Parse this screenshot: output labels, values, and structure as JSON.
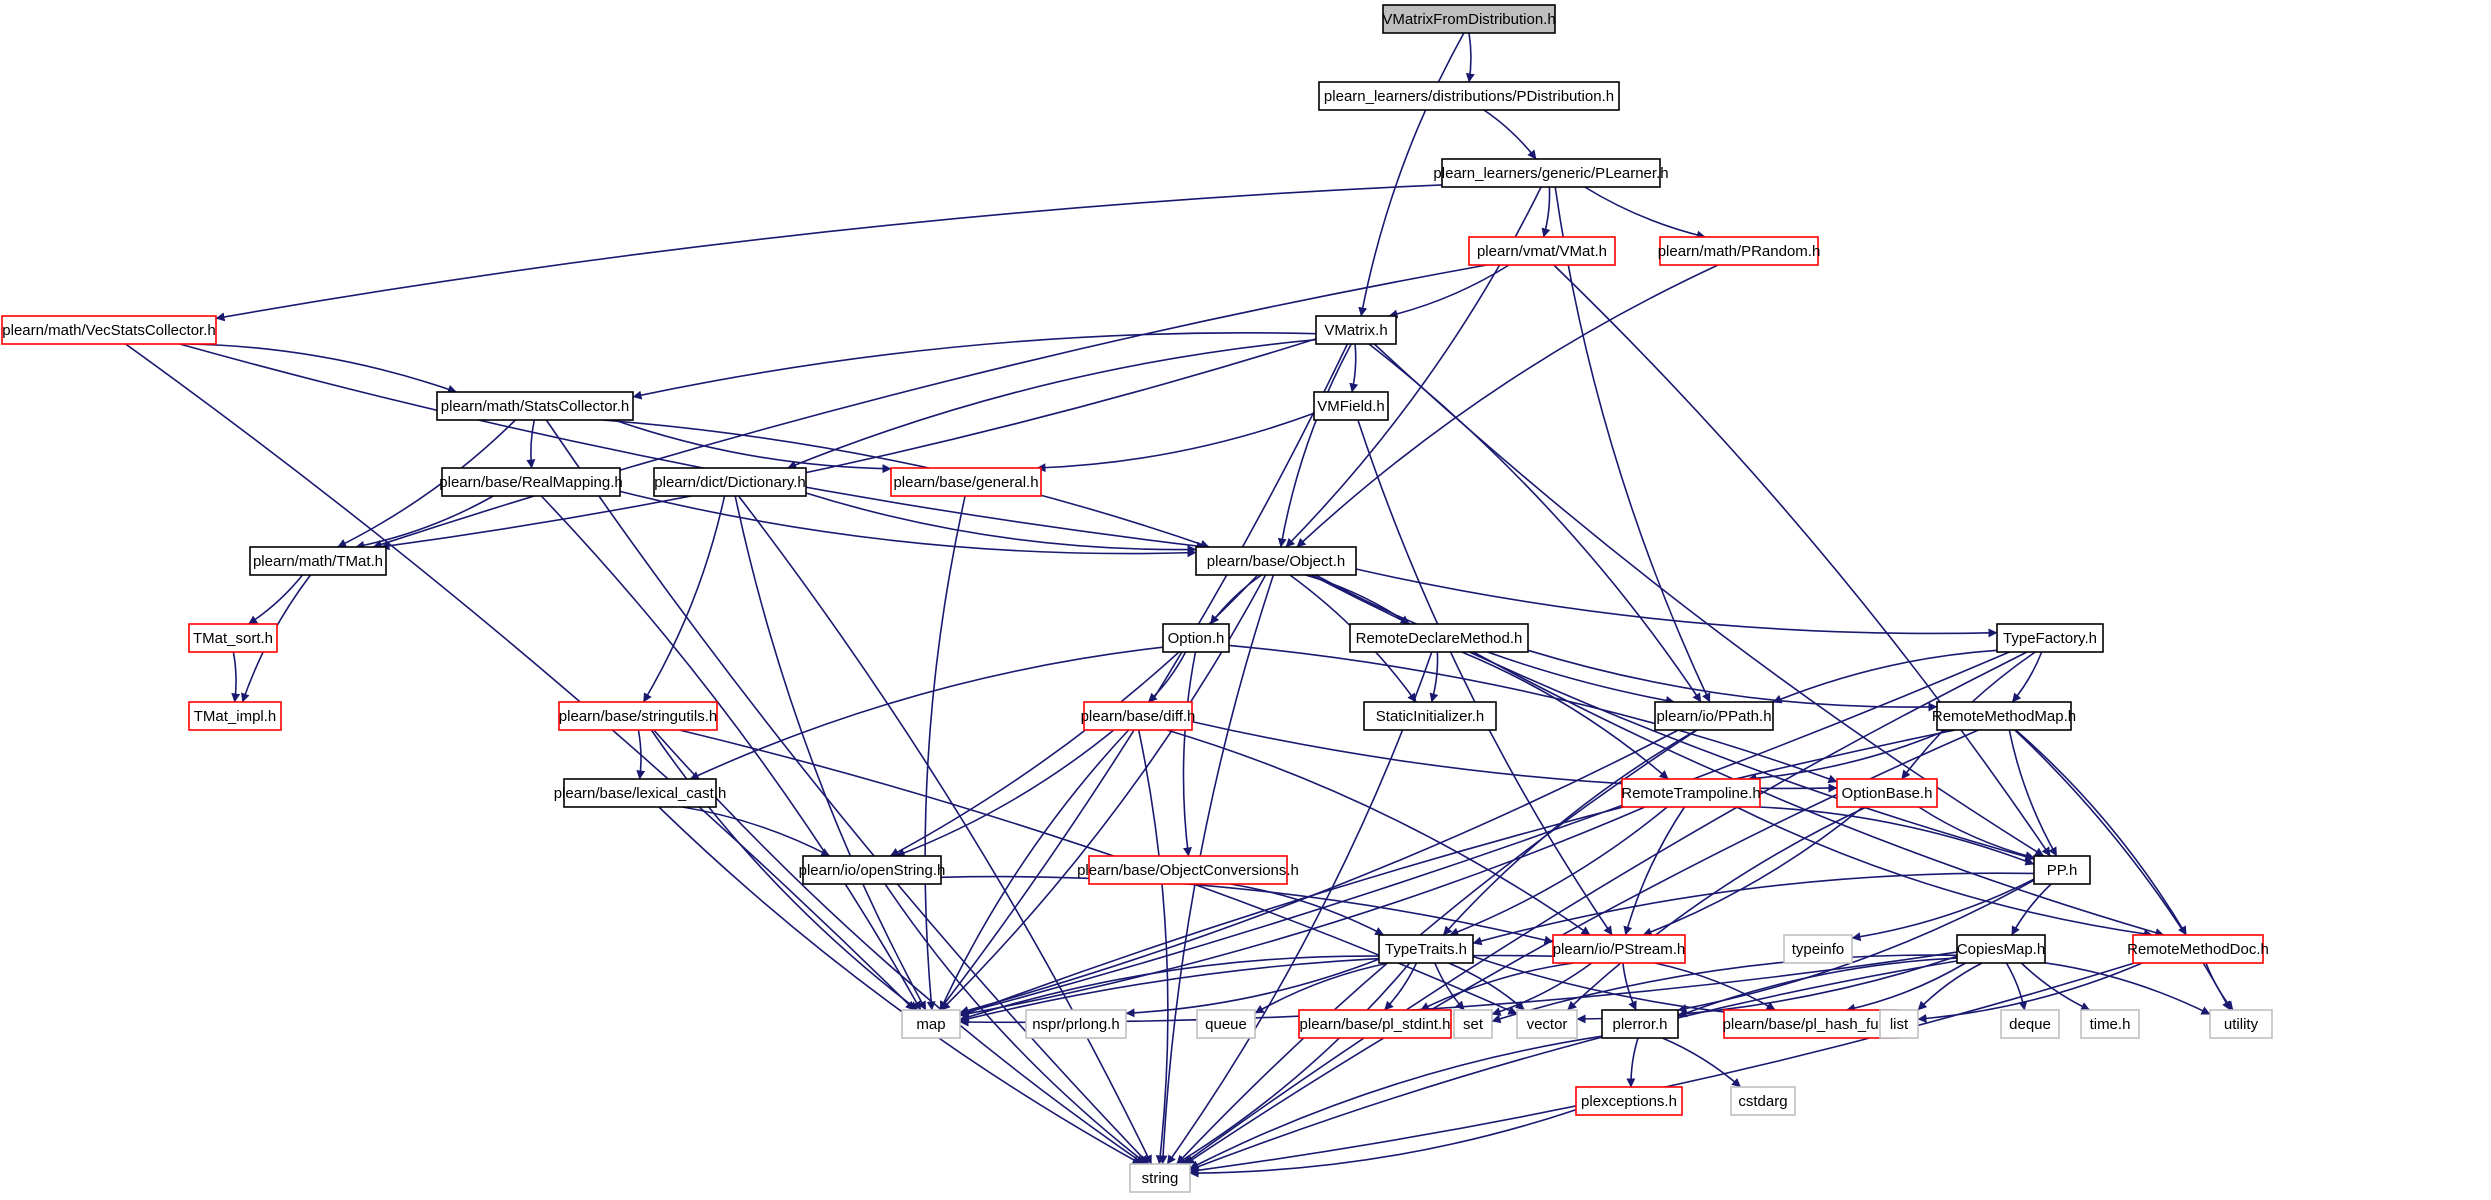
{
  "graph": {
    "root": "VMatrixFromDistribution.h",
    "colors": {
      "edge": "#191970",
      "root_fill": "#bfbfbf",
      "documented": "#000000",
      "undocumented": "#ff0000",
      "external": "#bfbfbf"
    },
    "nodes": [
      {
        "id": "root",
        "label": "VMatrixFromDistribution.h",
        "kind": "root"
      },
      {
        "id": "pdist",
        "label": "plearn_learners/distributions/PDistribution.h",
        "kind": "documented"
      },
      {
        "id": "plearner",
        "label": "plearn_learners/generic/PLearner.h",
        "kind": "documented"
      },
      {
        "id": "vmat",
        "label": "plearn/vmat/VMat.h",
        "kind": "undocumented"
      },
      {
        "id": "prandom",
        "label": "plearn/math/PRandom.h",
        "kind": "undocumented"
      },
      {
        "id": "vecstats",
        "label": "plearn/math/VecStatsCollector.h",
        "kind": "undocumented"
      },
      {
        "id": "vmatrix",
        "label": "VMatrix.h",
        "kind": "documented"
      },
      {
        "id": "statscol",
        "label": "plearn/math/StatsCollector.h",
        "kind": "documented"
      },
      {
        "id": "vmfield",
        "label": "VMField.h",
        "kind": "documented"
      },
      {
        "id": "realmap",
        "label": "plearn/base/RealMapping.h",
        "kind": "documented"
      },
      {
        "id": "dict",
        "label": "plearn/dict/Dictionary.h",
        "kind": "documented"
      },
      {
        "id": "general",
        "label": "plearn/base/general.h",
        "kind": "undocumented"
      },
      {
        "id": "tmat",
        "label": "plearn/math/TMat.h",
        "kind": "documented"
      },
      {
        "id": "object",
        "label": "plearn/base/Object.h",
        "kind": "documented"
      },
      {
        "id": "tmatsort",
        "label": "TMat_sort.h",
        "kind": "undocumented"
      },
      {
        "id": "tmatimpl",
        "label": "TMat_impl.h",
        "kind": "undocumented"
      },
      {
        "id": "option",
        "label": "Option.h",
        "kind": "documented"
      },
      {
        "id": "remotedecl",
        "label": "RemoteDeclareMethod.h",
        "kind": "documented"
      },
      {
        "id": "typefactory",
        "label": "TypeFactory.h",
        "kind": "documented"
      },
      {
        "id": "stringutils",
        "label": "plearn/base/stringutils.h",
        "kind": "undocumented"
      },
      {
        "id": "diff",
        "label": "plearn/base/diff.h",
        "kind": "undocumented"
      },
      {
        "id": "staticinit",
        "label": "StaticInitializer.h",
        "kind": "documented"
      },
      {
        "id": "ppath",
        "label": "plearn/io/PPath.h",
        "kind": "documented"
      },
      {
        "id": "remotemethodmap",
        "label": "RemoteMethodMap.h",
        "kind": "documented"
      },
      {
        "id": "lexicalcast",
        "label": "plearn/base/lexical_cast.h",
        "kind": "documented"
      },
      {
        "id": "remotetramp",
        "label": "RemoteTrampoline.h",
        "kind": "undocumented"
      },
      {
        "id": "optionbase",
        "label": "OptionBase.h",
        "kind": "undocumented"
      },
      {
        "id": "openstring",
        "label": "plearn/io/openString.h",
        "kind": "documented"
      },
      {
        "id": "objconv",
        "label": "plearn/base/ObjectConversions.h",
        "kind": "undocumented"
      },
      {
        "id": "pp",
        "label": "PP.h",
        "kind": "documented"
      },
      {
        "id": "typetraits",
        "label": "TypeTraits.h",
        "kind": "documented"
      },
      {
        "id": "pstream",
        "label": "plearn/io/PStream.h",
        "kind": "undocumented"
      },
      {
        "id": "typeinfo",
        "label": "typeinfo",
        "kind": "external"
      },
      {
        "id": "copiesmap",
        "label": "CopiesMap.h",
        "kind": "documented"
      },
      {
        "id": "remotemethoddoc",
        "label": "RemoteMethodDoc.h",
        "kind": "undocumented"
      },
      {
        "id": "map",
        "label": "map",
        "kind": "external"
      },
      {
        "id": "nsprlong",
        "label": "nspr/prlong.h",
        "kind": "external"
      },
      {
        "id": "queue",
        "label": "queue",
        "kind": "external"
      },
      {
        "id": "plstdint",
        "label": "plearn/base/pl_stdint.h",
        "kind": "undocumented"
      },
      {
        "id": "set",
        "label": "set",
        "kind": "external"
      },
      {
        "id": "vector",
        "label": "vector",
        "kind": "external"
      },
      {
        "id": "plerror",
        "label": "plerror.h",
        "kind": "documented"
      },
      {
        "id": "plhashfun",
        "label": "plearn/base/pl_hash_fun.h",
        "kind": "undocumented"
      },
      {
        "id": "list",
        "label": "list",
        "kind": "external"
      },
      {
        "id": "deque",
        "label": "deque",
        "kind": "external"
      },
      {
        "id": "timeh",
        "label": "time.h",
        "kind": "external"
      },
      {
        "id": "utility",
        "label": "utility",
        "kind": "external"
      },
      {
        "id": "plexceptions",
        "label": "plexceptions.h",
        "kind": "undocumented"
      },
      {
        "id": "cstdarg",
        "label": "cstdarg",
        "kind": "external"
      },
      {
        "id": "string",
        "label": "string",
        "kind": "external"
      }
    ],
    "edges": [
      [
        "root",
        "pdist"
      ],
      [
        "root",
        "vmatrix"
      ],
      [
        "pdist",
        "plearner"
      ],
      [
        "plearner",
        "vecstats"
      ],
      [
        "plearner",
        "vmat"
      ],
      [
        "plearner",
        "prandom"
      ],
      [
        "plearner",
        "object"
      ],
      [
        "plearner",
        "ppath"
      ],
      [
        "vmat",
        "vmatrix"
      ],
      [
        "vmat",
        "tmat"
      ],
      [
        "vmat",
        "pp"
      ],
      [
        "prandom",
        "object"
      ],
      [
        "vecstats",
        "statscol"
      ],
      [
        "vecstats",
        "object"
      ],
      [
        "vecstats",
        "map"
      ],
      [
        "vmatrix",
        "statscol"
      ],
      [
        "vmatrix",
        "vmfield"
      ],
      [
        "vmatrix",
        "dict"
      ],
      [
        "vmatrix",
        "tmat"
      ],
      [
        "vmatrix",
        "object"
      ],
      [
        "vmatrix",
        "ppath"
      ],
      [
        "vmatrix",
        "pp"
      ],
      [
        "vmatrix",
        "map"
      ],
      [
        "statscol",
        "realmap"
      ],
      [
        "statscol",
        "tmat"
      ],
      [
        "statscol",
        "general"
      ],
      [
        "statscol",
        "object"
      ],
      [
        "statscol",
        "string"
      ],
      [
        "vmfield",
        "general"
      ],
      [
        "vmfield",
        "pstream"
      ],
      [
        "realmap",
        "tmat"
      ],
      [
        "realmap",
        "object"
      ],
      [
        "realmap",
        "map"
      ],
      [
        "dict",
        "object"
      ],
      [
        "dict",
        "stringutils"
      ],
      [
        "dict",
        "map"
      ],
      [
        "dict",
        "string"
      ],
      [
        "general",
        "map"
      ],
      [
        "tmat",
        "tmatsort"
      ],
      [
        "tmat",
        "tmatimpl"
      ],
      [
        "tmatsort",
        "tmatimpl"
      ],
      [
        "object",
        "option"
      ],
      [
        "object",
        "remotedecl"
      ],
      [
        "object",
        "typefactory"
      ],
      [
        "object",
        "staticinit"
      ],
      [
        "object",
        "ppath"
      ],
      [
        "object",
        "openstring"
      ],
      [
        "object",
        "pp"
      ],
      [
        "object",
        "map"
      ],
      [
        "object",
        "string"
      ],
      [
        "option",
        "diff"
      ],
      [
        "option",
        "objconv"
      ],
      [
        "option",
        "optionbase"
      ],
      [
        "option",
        "lexicalcast"
      ],
      [
        "remotedecl",
        "staticinit"
      ],
      [
        "remotedecl",
        "remotemethodmap"
      ],
      [
        "remotedecl",
        "remotetramp"
      ],
      [
        "remotedecl",
        "remotemethoddoc"
      ],
      [
        "remotedecl",
        "string"
      ],
      [
        "typefactory",
        "ppath"
      ],
      [
        "typefactory",
        "remotemethodmap"
      ],
      [
        "typefactory",
        "optionbase"
      ],
      [
        "typefactory",
        "map"
      ],
      [
        "typefactory",
        "string"
      ],
      [
        "stringutils",
        "lexicalcast"
      ],
      [
        "stringutils",
        "map"
      ],
      [
        "stringutils",
        "vector"
      ],
      [
        "stringutils",
        "string"
      ],
      [
        "diff",
        "openstring"
      ],
      [
        "diff",
        "optionbase"
      ],
      [
        "diff",
        "pstream"
      ],
      [
        "diff",
        "map"
      ],
      [
        "diff",
        "string"
      ],
      [
        "ppath",
        "typetraits"
      ],
      [
        "ppath",
        "map"
      ],
      [
        "ppath",
        "string"
      ],
      [
        "remotemethodmap",
        "remotetramp"
      ],
      [
        "remotemethodmap",
        "pp"
      ],
      [
        "remotemethodmap",
        "remotemethoddoc"
      ],
      [
        "remotemethodmap",
        "map"
      ],
      [
        "remotemethodmap",
        "utility"
      ],
      [
        "remotemethodmap",
        "string"
      ],
      [
        "lexicalcast",
        "openstring"
      ],
      [
        "lexicalcast",
        "string"
      ],
      [
        "remotetramp",
        "typetraits"
      ],
      [
        "remotetramp",
        "pstream"
      ],
      [
        "remotetramp",
        "pp"
      ],
      [
        "remotetramp",
        "remotemethoddoc"
      ],
      [
        "remotetramp",
        "map"
      ],
      [
        "optionbase",
        "pp"
      ],
      [
        "optionbase",
        "pstream"
      ],
      [
        "optionbase",
        "vector"
      ],
      [
        "openstring",
        "pstream"
      ],
      [
        "openstring",
        "string"
      ],
      [
        "objconv",
        "typetraits"
      ],
      [
        "pp",
        "typetraits"
      ],
      [
        "pp",
        "typeinfo"
      ],
      [
        "pp",
        "copiesmap"
      ],
      [
        "pp",
        "plerror"
      ],
      [
        "typetraits",
        "map"
      ],
      [
        "typetraits",
        "nsprlong"
      ],
      [
        "typetraits",
        "queue"
      ],
      [
        "typetraits",
        "plstdint"
      ],
      [
        "typetraits",
        "set"
      ],
      [
        "typetraits",
        "vector"
      ],
      [
        "typetraits",
        "list"
      ],
      [
        "typetraits",
        "string"
      ],
      [
        "pstream",
        "plerror"
      ],
      [
        "pstream",
        "plhashfun"
      ],
      [
        "pstream",
        "plstdint"
      ],
      [
        "pstream",
        "set"
      ],
      [
        "pstream",
        "map"
      ],
      [
        "copiesmap",
        "map"
      ],
      [
        "copiesmap",
        "set"
      ],
      [
        "copiesmap",
        "vector"
      ],
      [
        "copiesmap",
        "plerror"
      ],
      [
        "copiesmap",
        "plhashfun"
      ],
      [
        "copiesmap",
        "list"
      ],
      [
        "copiesmap",
        "deque"
      ],
      [
        "copiesmap",
        "timeh"
      ],
      [
        "copiesmap",
        "utility"
      ],
      [
        "copiesmap",
        "string"
      ],
      [
        "remotemethoddoc",
        "list"
      ],
      [
        "remotemethoddoc",
        "utility"
      ],
      [
        "remotemethoddoc",
        "string"
      ],
      [
        "plerror",
        "plexceptions"
      ],
      [
        "plerror",
        "cstdarg"
      ],
      [
        "plerror",
        "string"
      ],
      [
        "plexceptions",
        "string"
      ]
    ]
  }
}
